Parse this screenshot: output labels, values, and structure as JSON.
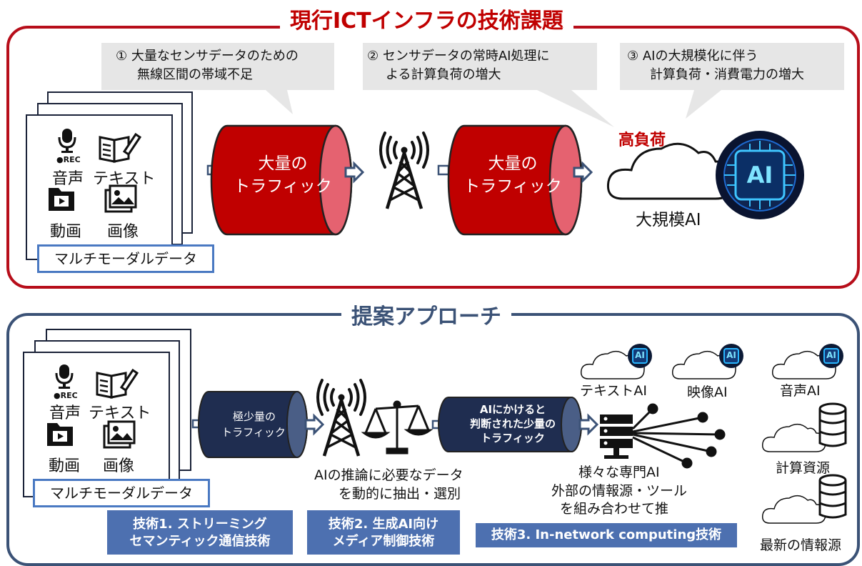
{
  "top": {
    "title": "現行ICTインフラの技術課題",
    "issues": [
      {
        "line1": "① 大量なセンサデータのための",
        "line2": "無線区間の帯域不足"
      },
      {
        "line1": "② センサデータの常時AI処理に",
        "line2": "よる計算負荷の増大"
      },
      {
        "line1": "③ AIの大規模化に伴う",
        "line2": "計算負荷・消費電力の増大"
      }
    ],
    "media": {
      "audio": "音声",
      "text": "テキスト",
      "video": "動画",
      "image": "画像",
      "rec": "●REC"
    },
    "multimodal": "マルチモーダルデータ",
    "traffic1_line1": "大量の",
    "traffic1_line2": "トラフィック",
    "traffic2_line1": "大量の",
    "traffic2_line2": "トラフィック",
    "high_load": "高負荷",
    "large_ai": "大規模AI",
    "ai_chip": "AI"
  },
  "bottom": {
    "title": "提案アプローチ",
    "media": {
      "audio": "音声",
      "text": "テキスト",
      "video": "動画",
      "image": "画像",
      "rec": "●REC"
    },
    "multimodal": "マルチモーダルデータ",
    "traffic_small_line1": "極少量の",
    "traffic_small_line2": "トラフィック",
    "traffic_selected_line1": "AIにかけると",
    "traffic_selected_line2": "判断された少量の",
    "traffic_selected_line3": "トラフィック",
    "extract_line1": "AIの推論に必要なデータ",
    "extract_line2": "を動的に抽出・選別",
    "specialist_line1": "様々な専門AI",
    "specialist_line2": "外部の情報源・ツール",
    "specialist_line3": "を組み合わせて推",
    "clouds": {
      "text_ai": "テキストAI",
      "video_ai": "映像AI",
      "audio_ai": "音声AI",
      "compute": "計算資源",
      "info": "最新の情報源",
      "ai": "AI"
    },
    "tech1_line1": "技術1. ストリーミング",
    "tech1_line2": "セマンティック通信技術",
    "tech2_line1": "技術2. 生成AI向け",
    "tech2_line2": "メディア制御技術",
    "tech3": "技術3. In-network computing技術"
  },
  "colors": {
    "red": "#c00000",
    "navy": "#1f2d50",
    "accent_blue": "#4d70b0",
    "frame_red": "#b70e1a",
    "frame_blue": "#3b5276"
  }
}
